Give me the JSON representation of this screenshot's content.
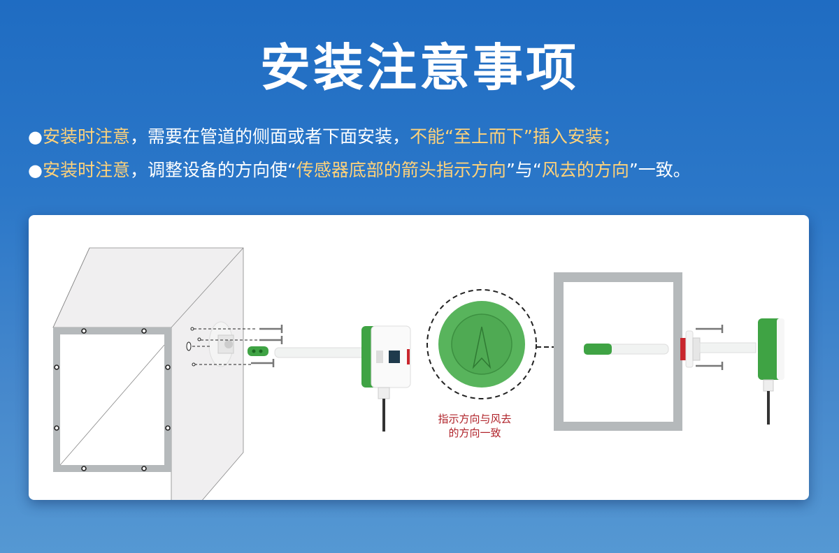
{
  "title": "安装注意事项",
  "notes": [
    {
      "bullet": "●",
      "segments": [
        {
          "text": "安装时注意",
          "highlight": true
        },
        {
          "text": "，需要在管道的侧面或者下面安装，",
          "highlight": false
        },
        {
          "text": "不能“至上而下”插入安装；",
          "highlight": true
        }
      ]
    },
    {
      "bullet": "●",
      "segments": [
        {
          "text": "安装时注意",
          "highlight": true
        },
        {
          "text": "，调整设备的方向使“",
          "highlight": false
        },
        {
          "text": "传感器底部的箭头指示方向",
          "highlight": true
        },
        {
          "text": "”与“",
          "highlight": false
        },
        {
          "text": "风去的方向",
          "highlight": true
        },
        {
          "text": "”一致。",
          "highlight": false
        }
      ]
    }
  ],
  "diagram": {
    "caption_line1": "指示方向与风去",
    "caption_line2": "的方向一致",
    "items": [
      "duct-3d-view",
      "mounting-flange",
      "screws",
      "sensor-probe",
      "transmitter-housing",
      "sensor-bottom-arrow-closeup",
      "duct-cross-section-installed"
    ]
  },
  "colors": {
    "bg_top": "#1f6cc2",
    "bg_bottom": "#5598d3",
    "highlight": "#ffd27a",
    "caption": "#b0232a",
    "sensor_green": "#4caf50",
    "duct_frame": "#b5b9bb"
  }
}
